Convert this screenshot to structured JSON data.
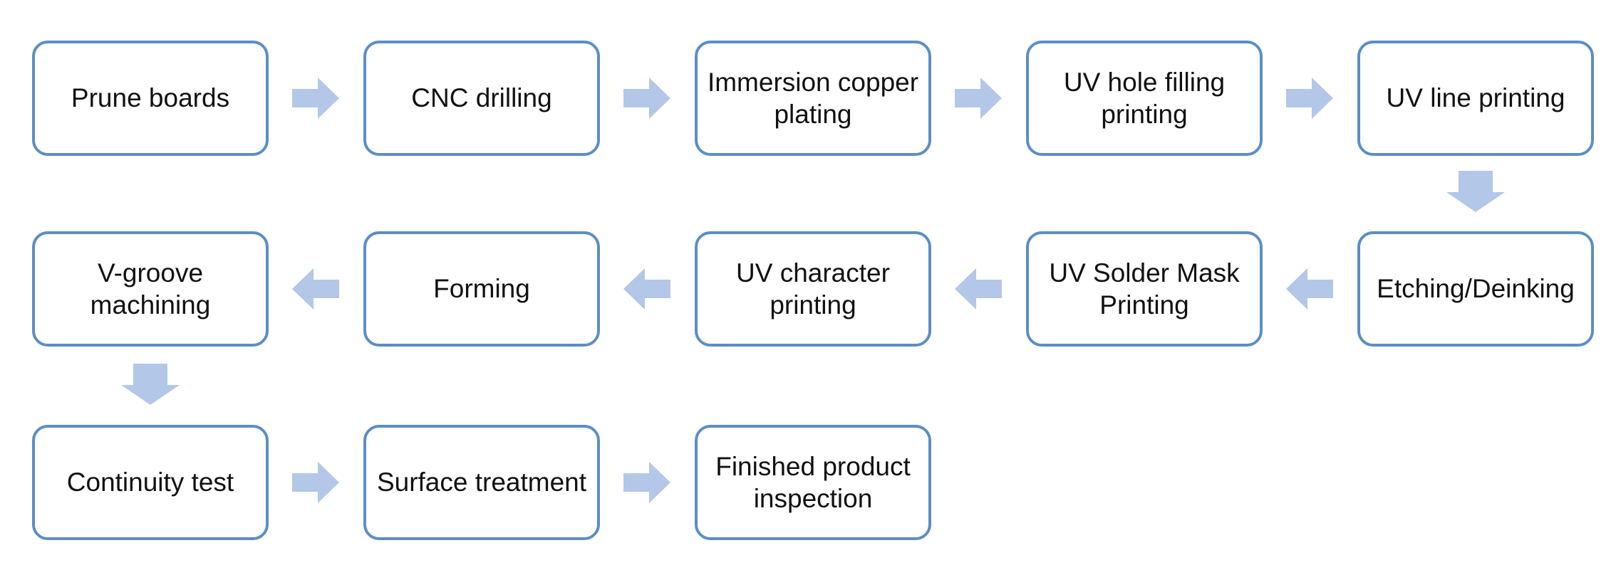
{
  "flowchart": {
    "colors": {
      "box_border": "#5b8ec6",
      "box_fill": "#ffffff",
      "arrow_fill": "#b3c7e8",
      "text": "#111111"
    },
    "boxes": [
      {
        "id": "prune-boards",
        "label": "Prune boards"
      },
      {
        "id": "cnc-drilling",
        "label": "CNC drilling"
      },
      {
        "id": "immersion-copper-plating",
        "label": "Immersion copper\nplating"
      },
      {
        "id": "uv-hole-filling-printing",
        "label": "UV hole filling\nprinting"
      },
      {
        "id": "uv-line-printing",
        "label": "UV line printing"
      },
      {
        "id": "etching-deinking",
        "label": "Etching/Deinking"
      },
      {
        "id": "uv-solder-mask-printing",
        "label": "UV Solder Mask\nPrinting"
      },
      {
        "id": "uv-character-printing",
        "label": "UV character\nprinting"
      },
      {
        "id": "forming",
        "label": "Forming"
      },
      {
        "id": "v-groove-machining",
        "label": "V-groove\nmachining"
      },
      {
        "id": "continuity-test",
        "label": "Continuity test"
      },
      {
        "id": "surface-treatment",
        "label": "Surface treatment"
      },
      {
        "id": "finished-product-inspection",
        "label": "Finished product\ninspection"
      }
    ],
    "arrows": [
      {
        "from": "prune-boards",
        "to": "cnc-drilling",
        "direction": "right"
      },
      {
        "from": "cnc-drilling",
        "to": "immersion-copper-plating",
        "direction": "right"
      },
      {
        "from": "immersion-copper-plating",
        "to": "uv-hole-filling-printing",
        "direction": "right"
      },
      {
        "from": "uv-hole-filling-printing",
        "to": "uv-line-printing",
        "direction": "right"
      },
      {
        "from": "uv-line-printing",
        "to": "etching-deinking",
        "direction": "down"
      },
      {
        "from": "etching-deinking",
        "to": "uv-solder-mask-printing",
        "direction": "left"
      },
      {
        "from": "uv-solder-mask-printing",
        "to": "uv-character-printing",
        "direction": "left"
      },
      {
        "from": "uv-character-printing",
        "to": "forming",
        "direction": "left"
      },
      {
        "from": "forming",
        "to": "v-groove-machining",
        "direction": "left"
      },
      {
        "from": "v-groove-machining",
        "to": "continuity-test",
        "direction": "down"
      },
      {
        "from": "continuity-test",
        "to": "surface-treatment",
        "direction": "right"
      },
      {
        "from": "surface-treatment",
        "to": "finished-product-inspection",
        "direction": "right"
      }
    ]
  }
}
